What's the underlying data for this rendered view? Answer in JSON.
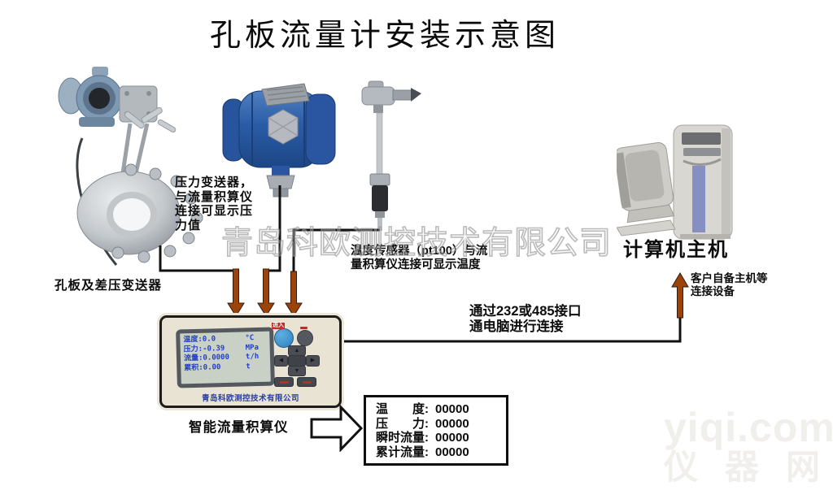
{
  "title": "孔板流量计安装示意图",
  "annotations": {
    "pressure_note_lines": [
      "压力变送器，",
      "与流量积算仪",
      "连接可显示压",
      "力值"
    ],
    "orifice_caption": "孔板及差压变送器",
    "temp_note_lines": [
      "温度传感器（pt100）与流",
      "量积算仪连接可显示温度"
    ],
    "computer_label": "计算机主机",
    "computer_note_lines": [
      "客户自备主机等",
      "连接设备"
    ],
    "comm_note_lines": [
      "通过232或485接口",
      "通电脑进行连接"
    ],
    "totalizer_caption": "智能流量积算仪"
  },
  "totalizer": {
    "lcd": {
      "rows": [
        {
          "text": "温度:0.0",
          "unit": "°C"
        },
        {
          "text": "压力:-0.39",
          "unit": "MPa"
        },
        {
          "text": "流量:0.0000",
          "unit": "t/h"
        },
        {
          "text": "累积:0.00",
          "unit": "t"
        }
      ]
    },
    "enter_button_label": "进入",
    "brand": "青岛科欧测控技术有限公司"
  },
  "readout_box": {
    "rows": [
      {
        "label": "温　　度:",
        "value": "00000"
      },
      {
        "label": "压　　力:",
        "value": "00000"
      },
      {
        "label": "瞬时流量:",
        "value": "00000"
      },
      {
        "label": "累计流量:",
        "value": "00000"
      }
    ]
  },
  "watermarks": {
    "center": "青岛科欧测控技术有限公司",
    "corner_en": "yiqi.com",
    "corner_cn": "仪器网"
  },
  "colors": {
    "arrow_brown": "#9c430a",
    "line_black": "#111111",
    "transmitter_blue": "#2a5ca6",
    "lcd_text_blue": "#2340c4",
    "device_panel_cream": "#e9e3d3",
    "brand_text_blue": "#2b3f9e"
  }
}
